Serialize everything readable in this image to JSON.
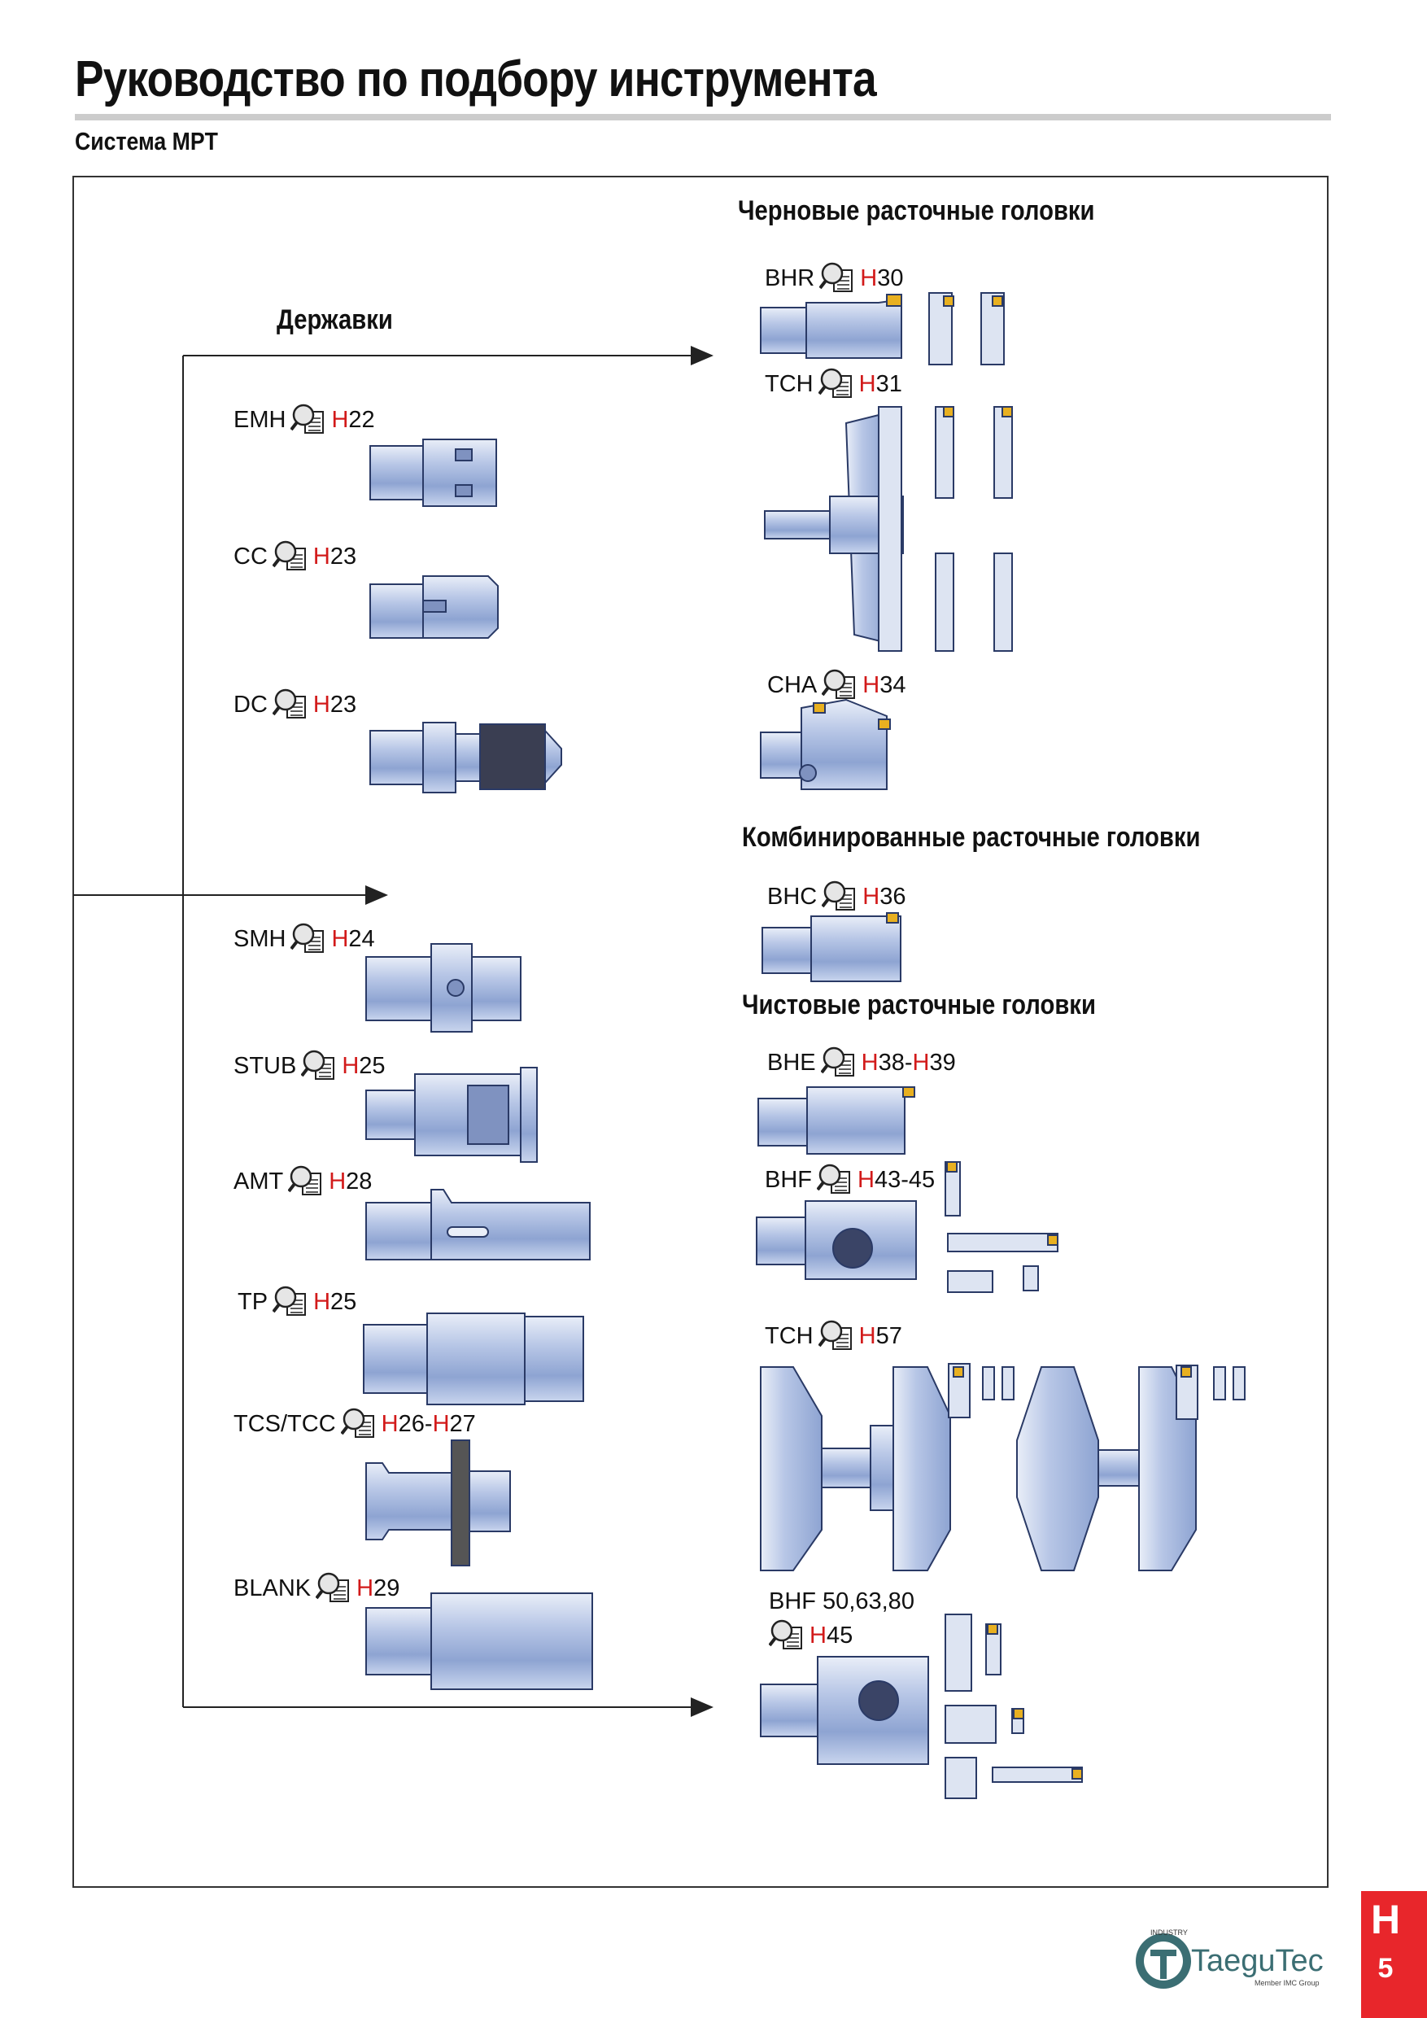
{
  "header": {
    "title": "Руководство по подбору инструмента",
    "subtitle": "Система MPT"
  },
  "sections": {
    "holders": "Державки",
    "rough_heads": "Черновые расточные головки",
    "combined_heads": "Комбинированные расточные головки",
    "finish_heads": "Чистовые расточные головки"
  },
  "holders": [
    {
      "name": "EMH",
      "ref_prefix": "H",
      "ref_num": "22"
    },
    {
      "name": "CC",
      "ref_prefix": "H",
      "ref_num": "23"
    },
    {
      "name": "DC",
      "ref_prefix": "H",
      "ref_num": "23"
    },
    {
      "name": "SMH",
      "ref_prefix": "H",
      "ref_num": "24"
    },
    {
      "name": "STUB",
      "ref_prefix": "H",
      "ref_num": "25"
    },
    {
      "name": "AMT",
      "ref_prefix": "H",
      "ref_num": "28"
    },
    {
      "name": "TP",
      "ref_prefix": "H",
      "ref_num": "25"
    },
    {
      "name": "TCS/TCC",
      "ref_prefix": "H",
      "ref_num": "26",
      "ref_sep": "-",
      "ref2_prefix": "H",
      "ref2_num": "27"
    },
    {
      "name": "BLANK",
      "ref_prefix": "H",
      "ref_num": "29"
    }
  ],
  "heads": [
    {
      "name": "BHR",
      "ref_prefix": "H",
      "ref_num": "30"
    },
    {
      "name": "TCH",
      "ref_prefix": "H",
      "ref_num": "31"
    },
    {
      "name": "CHA",
      "ref_prefix": "H",
      "ref_num": "34"
    },
    {
      "name": "BHC",
      "ref_prefix": "H",
      "ref_num": "36"
    },
    {
      "name": "BHE",
      "ref_prefix": "H",
      "ref_num": "38",
      "ref_sep": "-",
      "ref2_prefix": "H",
      "ref2_num": "39"
    },
    {
      "name": "BHF",
      "ref_prefix": "H",
      "ref_num": "43-45"
    },
    {
      "name": "TCH",
      "ref_prefix": "H",
      "ref_num": "57"
    },
    {
      "name": "BHF 50,63,80",
      "ref_prefix": "H",
      "ref_num": "45"
    }
  ],
  "footer": {
    "tab_letter": "H",
    "page_number": "5",
    "logo_brand": "TaeguTec",
    "logo_tagline": "Member IMC Group",
    "logo_ring_text": "INDUSTRY"
  },
  "colors": {
    "tab_red": "#e8262b",
    "ref_red": "#d21a1a",
    "tool_blue": "#b8c8e8",
    "insert_gold": "#e8b020"
  }
}
